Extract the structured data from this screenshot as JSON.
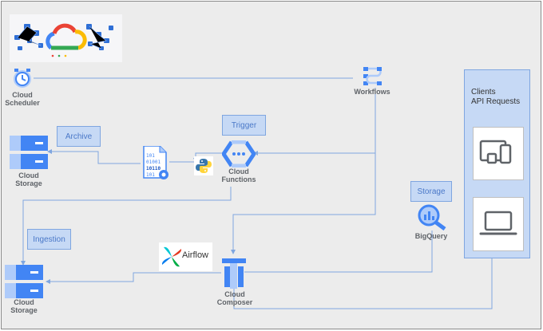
{
  "labels": {
    "scheduler": [
      "Cloud",
      "Scheduler"
    ],
    "workflows": "Workflows",
    "storage_top": [
      "Cloud",
      "Storage"
    ],
    "functions": [
      "Cloud",
      "Functions"
    ],
    "storage_bottom": [
      "Cloud",
      "Storage"
    ],
    "composer": [
      "Cloud",
      "Composer"
    ],
    "bigquery": "BigQuery"
  },
  "tags": {
    "archive": "Archive",
    "trigger": "Trigger",
    "ingestion": "Ingestion",
    "storage": "Storage"
  },
  "clients": {
    "title_line1": "Clients",
    "title_line2": "API Requests"
  },
  "airflow": {
    "label": "Airflow"
  },
  "icons": {
    "gcp_banner": "google-cloud-logo",
    "scheduler": "cloud-scheduler-icon",
    "workflows": "workflows-icon",
    "storage": "cloud-storage-icon",
    "binary_file": "binary-file-icon",
    "python": "python-icon",
    "functions": "cloud-functions-icon",
    "bigquery": "bigquery-icon",
    "composer": "cloud-composer-icon",
    "devices": "devices-icon",
    "laptop": "laptop-icon",
    "airflow": "airflow-pinwheel-icon"
  },
  "colors": {
    "canvas": "#ececec",
    "wire": "#7fa6e0",
    "tag_fill": "#c6d9f5",
    "tag_text": "#4a78c8",
    "icon_blue": "#4285f4",
    "icon_light_blue": "#aecbfa",
    "label_gray": "#5f6368"
  }
}
